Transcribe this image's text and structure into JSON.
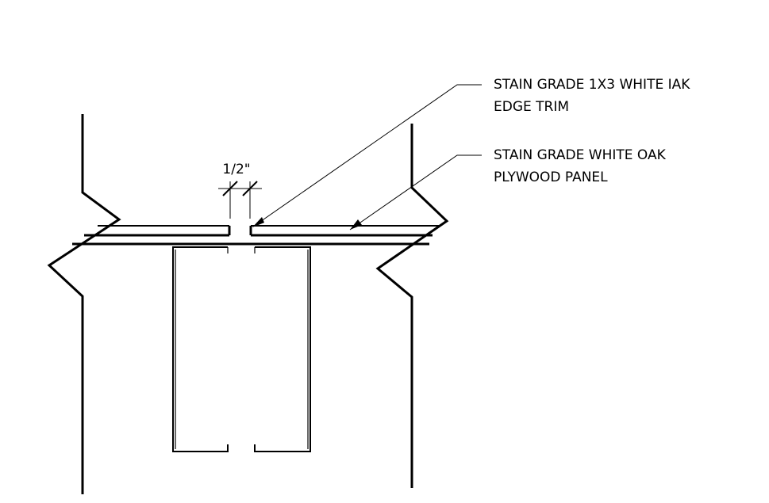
{
  "notes": {
    "trim": {
      "line1": "STAIN GRADE 1X3 WHITE IAK",
      "line2": "EDGE TRIM"
    },
    "panel": {
      "line1": "STAIN GRADE WHITE OAK",
      "line2": "PLYWOOD PANEL"
    }
  },
  "dimension": {
    "gap_label": "1/2\""
  },
  "colors": {
    "line": "#000000",
    "background": "#ffffff"
  }
}
